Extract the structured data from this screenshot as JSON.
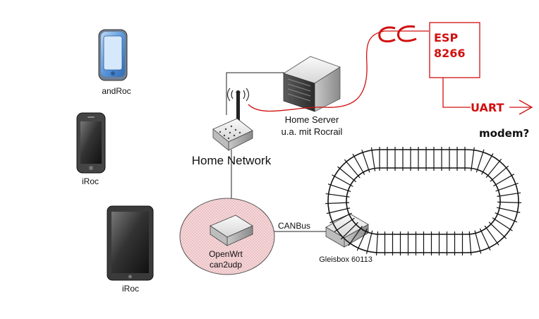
{
  "devices": {
    "andRoc": {
      "label": "andRoc"
    },
    "iRoc_phone": {
      "label": "iRoc"
    },
    "iRoc_tablet": {
      "label": "iRoc"
    },
    "home_server": {
      "line1": "Home Server",
      "line2": "u.a. mit Rocrail"
    },
    "home_network": {
      "label": "Home Network"
    },
    "openwrt": {
      "line1": "OpenWrt",
      "line2": "can2udp"
    },
    "gleisbox": {
      "label": "Gleisbox 60113"
    }
  },
  "links": {
    "canbus": {
      "label": "CANBus"
    }
  },
  "annotations": {
    "esp": {
      "line1": "ESP",
      "line2": "8266"
    },
    "uart": {
      "label": "UART"
    },
    "modem": {
      "label": "modem?"
    }
  },
  "colors": {
    "annotation": "#d11010",
    "ellipse_fill": "#f3c9cc",
    "device_blue": "#4d8fd8"
  }
}
